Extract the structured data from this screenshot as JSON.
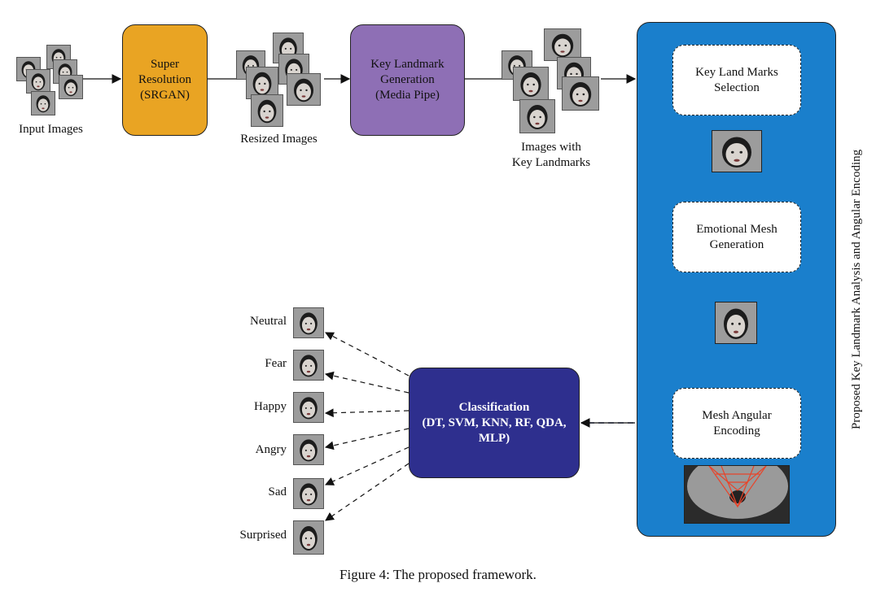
{
  "diagram": {
    "input_label": "Input Images",
    "srgan_label": "Super\nResolution\n(SRGAN)",
    "resized_label": "Resized Images",
    "landmark_gen_label": "Key Landmark\nGeneration\n(Media Pipe)",
    "images_landmarks_label": "Images with\nKey Landmarks",
    "panel_title": "Proposed Key Landmark Analysis and Angular Encoding",
    "kl_selection_label": "Key Land Marks\nSelection",
    "mesh_gen_label": "Emotional Mesh\nGeneration",
    "angular_label": "Mesh Angular\nEncoding",
    "classification_title": "Classification",
    "classification_methods": "(DT, SVM, KNN, RF, QDA,\nMLP)",
    "emotions": [
      "Neutral",
      "Fear",
      "Happy",
      "Angry",
      "Sad",
      "Surprised"
    ],
    "caption": "Figure 4: The proposed framework."
  },
  "colors": {
    "srgan": "#E9A423",
    "landmark_gen": "#8E6FB5",
    "panel": "#1A7FCC",
    "classification": "#2E2F8E",
    "mesh_lines": "#E8442A"
  }
}
